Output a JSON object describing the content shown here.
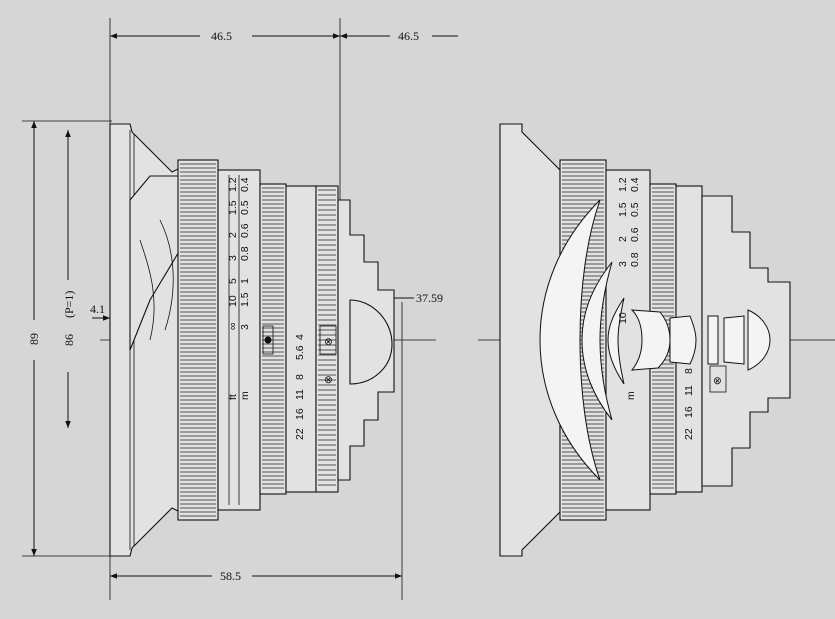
{
  "dimensions": {
    "front_to_center": "46.5",
    "center_to_rear": "46.5",
    "total_length": "58.5",
    "height": "89",
    "inner_height": "86",
    "inner_height_note": "(P=1)",
    "hood_offset": "4.1",
    "rear_protrusion": "37.59"
  },
  "scales": {
    "ft_label": "ft",
    "m_label": "m",
    "ft_values": [
      "1.2",
      "1.5",
      "2",
      "3",
      "5",
      "10",
      "∞"
    ],
    "m_values": [
      "0.4",
      "0.5",
      "0.6",
      "0.8",
      "1",
      "1.5",
      "3"
    ],
    "aperture_values": [
      "22",
      "16",
      "11",
      "8",
      "5.6",
      "4"
    ],
    "right_ft_values": [
      "1.2",
      "1.5",
      "2",
      "3"
    ],
    "right_m_values": [
      "0.4",
      "0.5",
      "0.6",
      "0.8"
    ],
    "right_aperture_values": [
      "22",
      "16",
      "11",
      "8"
    ],
    "right_dof_mark": "10",
    "right_m_short": "m"
  },
  "colors": {
    "background": "#d6d6d6",
    "line": "#111111"
  }
}
